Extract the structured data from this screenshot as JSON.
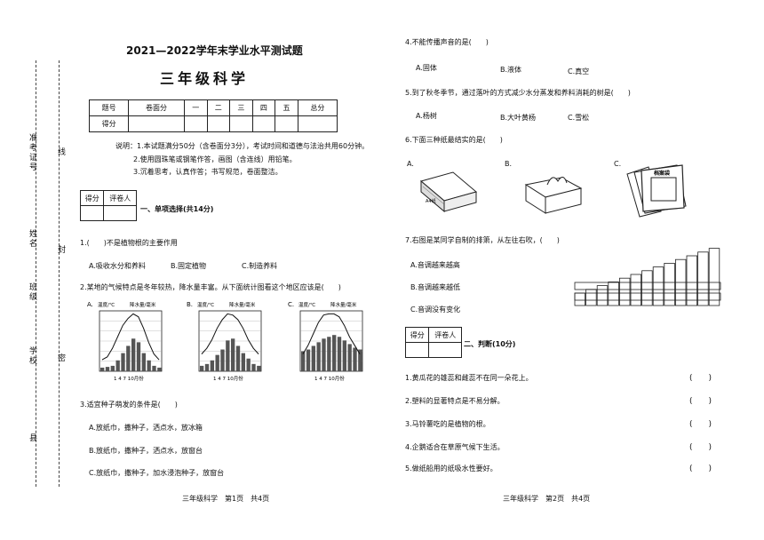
{
  "binding": {
    "admission_label": "准考证号",
    "line_label": "线",
    "name_label": "姓名",
    "seal_label": "封",
    "class_label": "班级",
    "seal_label2": "密",
    "school_label": "学校",
    "county_label": "县"
  },
  "header": {
    "title": "2021—2022学年末学业水平测试题",
    "subject": "三年级科学"
  },
  "score_table": {
    "headers": [
      "题号",
      "卷面分",
      "一",
      "二",
      "三",
      "四",
      "五",
      "总分"
    ],
    "row_label": "得分"
  },
  "instructions": [
    "说明：1.本试题满分50分（含卷面分3分），考试时间和道德与法治共用60分钟。",
    "2.使用圆珠笔或钢笔作答，画图（含连线）用铅笔。",
    "3.沉着思考，认真作答；书写规范，卷面整洁。"
  ],
  "grader": {
    "score": "得分",
    "grader": "评卷人"
  },
  "section1": {
    "heading": "一、单项选择(共14分)",
    "q1": {
      "text": "1.(　　)不是植物根的主要作用",
      "options": [
        "A.吸收水分和养料",
        "B.固定植物",
        "C.制造养料"
      ]
    },
    "q2": {
      "text": "2.某地的气候特点是冬年较热，降水量丰富。从下面统计图看这个地区应该是(　　)",
      "charts": [
        {
          "letter": "A.",
          "left_label": "温度/℃",
          "right_label": "降水量/毫米",
          "x_label": "1  4  7  10月份"
        },
        {
          "letter": "B.",
          "left_label": "温度/℃",
          "right_label": "降水量/毫米",
          "x_label": "1  4  7  10月份"
        },
        {
          "letter": "C.",
          "left_label": "温度/℃",
          "right_label": "降水量/毫米",
          "x_label": "1  4  7  10月份"
        }
      ]
    },
    "q3": {
      "text": "3.适宜种子萌发的条件是(　　)",
      "options": [
        "A.放纸巾，撒种子，洒点水，放冰箱",
        "B.放纸巾，撒种子，洒点水，放窗台",
        "C.放纸巾，撒种子，加水浸泡种子，放窗台"
      ]
    }
  },
  "page1_footer": "三年级科学　第1页　共4页",
  "page2": {
    "q4": {
      "text": "4.不能传播声音的是(　　)",
      "options": [
        "A.固体",
        "B.液体",
        "C.真空"
      ]
    },
    "q5": {
      "text": "5.到了秋冬季节，通过落叶的方式减少水分蒸发和养料消耗的树是(　　)",
      "options": [
        "A.杨树",
        "B.大叶黄杨",
        "C.雪松"
      ]
    },
    "q6": {
      "text": "6.下面三种纸最结实的是(　　)",
      "labels": [
        "A.",
        "B.",
        "C."
      ],
      "a4_label": "A4纸",
      "folder_label": "档案袋"
    },
    "q7": {
      "text": "7.右图是某同学自制的排箫，从左往右吹，(　　)",
      "options": [
        "A.音调越来越高",
        "B.音调越来越低",
        "C.音调没有变化"
      ]
    },
    "section2_heading": "二、判断(10分)",
    "judgments": [
      "1.黄瓜花的雄蕊和雌蕊不在同一朵花上。",
      "2.塑料的显著特点是不易分解。",
      "3.马铃薯吃的是植物的根。",
      "4.企鹅适合在草原气候下生活。",
      "5.做纸船用的纸吸水性要好。"
    ],
    "paren": "(　　)",
    "footer": "三年级科学　第2页　共4页"
  }
}
